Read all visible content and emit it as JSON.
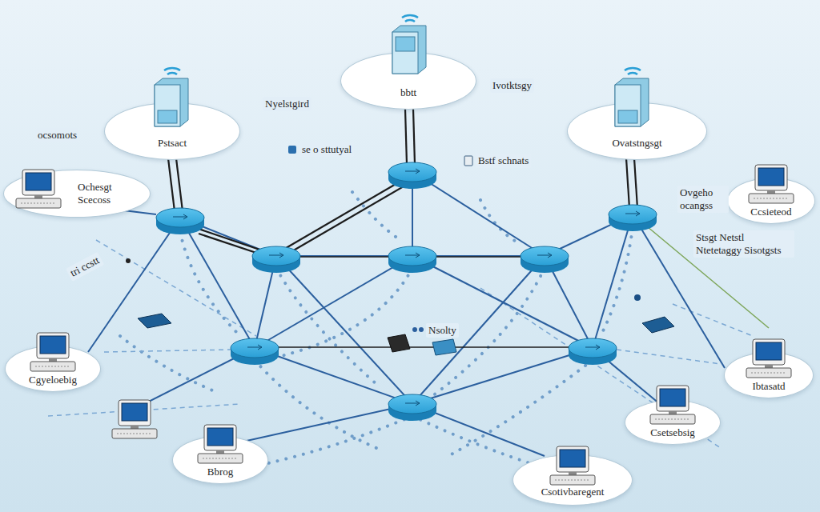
{
  "diagram": {
    "nodes": [
      {
        "text": [
          "Pstsact"
        ]
      },
      {
        "text": [
          "bbtt"
        ]
      },
      {
        "text": [
          "Ovatstngsgt"
        ]
      },
      {
        "text": [
          "Ochesgt Scecoss"
        ]
      },
      {
        "text": [
          "Ccsieteod"
        ]
      },
      {
        "text": [
          "Cgyeloebig"
        ]
      },
      {
        "text": [
          "Ibtasatd"
        ]
      },
      {
        "text": [
          "Bbrog"
        ]
      },
      {
        "text": [
          "Csotivbaregent"
        ]
      },
      {
        "text": [
          "Csetsebsig"
        ]
      }
    ],
    "labels": [
      "Nyelstgird",
      "Ivotktsgy",
      "se o sttutyal",
      "Bstf schnats",
      "ocsomots",
      "Ovgeho ocangss",
      "Stsgt Netstl Ntetetaggy Sisotgsts",
      "tri ccstt",
      "Nsolty"
    ]
  }
}
